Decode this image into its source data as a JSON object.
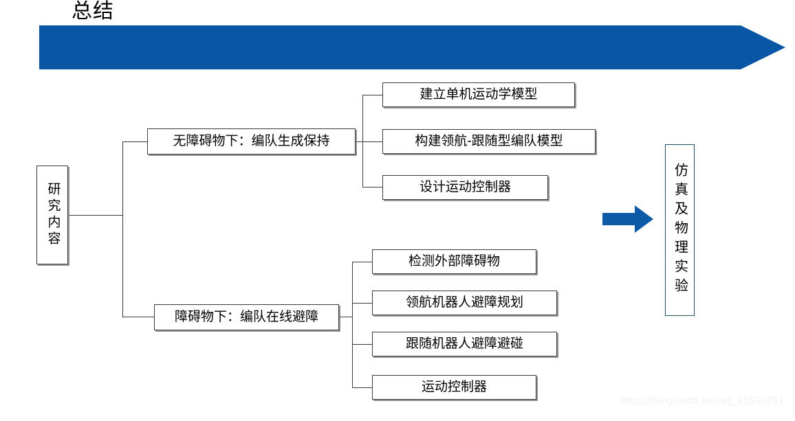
{
  "slide": {
    "title": "总结",
    "watermark": "https://blog.csdn.net/qq_31530791",
    "colors": {
      "banner_blue": "#0856a4",
      "arrow_blue": "#0d5aa7",
      "box_border": "#3b3b3b",
      "final_box_border": "#1f4e63",
      "background": "#ffffff",
      "text": "#000000"
    }
  },
  "diagram": {
    "type": "tree",
    "root": {
      "label": "研究内容",
      "orientation": "vertical-text"
    },
    "branches": [
      {
        "label": "无障碍物下：编队生成保持",
        "children": [
          {
            "label": "建立单机运动学模型"
          },
          {
            "label": "构建领航-跟随型编队模型"
          },
          {
            "label": "设计运动控制器"
          }
        ]
      },
      {
        "label": "障碍物下：编队在线避障",
        "children": [
          {
            "label": "检测外部障碍物"
          },
          {
            "label": "领航机器人避障规划"
          },
          {
            "label": "跟随机器人避障避碰"
          },
          {
            "label": "运动控制器"
          }
        ]
      }
    ],
    "outcome": {
      "label": "仿真及物理实验",
      "orientation": "vertical-text",
      "connector": "right-arrow"
    }
  }
}
